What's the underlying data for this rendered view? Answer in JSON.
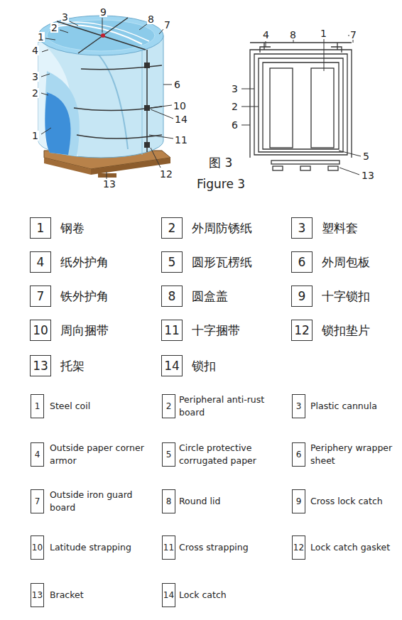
{
  "diagram": {
    "nodes": [
      {
        "text": [
          "1",
          "钢卷"
        ]
      },
      {
        "text": [
          "2",
          "外周防锈纸"
        ]
      },
      {
        "text": [
          "3",
          "塑料套"
        ]
      },
      {
        "text": [
          "4",
          "纸外护角"
        ]
      },
      {
        "text": [
          "5",
          "圆形瓦楞纸"
        ]
      },
      {
        "text": [
          "6",
          "外周包板"
        ]
      },
      {
        "text": [
          "7",
          "铁外护角"
        ]
      },
      {
        "text": [
          "8",
          "圆盒盖"
        ]
      },
      {
        "text": [
          "9",
          "十字锁扣"
        ]
      },
      {
        "text": [
          "10",
          "周向捆带"
        ]
      },
      {
        "text": [
          "11",
          "十字捆带"
        ]
      },
      {
        "text": [
          "12",
          "锁扣垫片"
        ]
      },
      {
        "text": [
          "13",
          "托架"
        ]
      },
      {
        "text": [
          "14",
          "锁扣"
        ]
      },
      {
        "text": [
          "1",
          "Steel coil"
        ]
      },
      {
        "text": [
          "2",
          "Peripheral anti-rust board"
        ]
      },
      {
        "text": [
          "3",
          "Plastic cannula"
        ]
      },
      {
        "text": [
          "4",
          "Outside paper corner armor"
        ]
      },
      {
        "text": [
          "5",
          "Circle protective corrugated paper"
        ]
      },
      {
        "text": [
          "6",
          "Periphery wrapper sheet"
        ]
      },
      {
        "text": [
          "7",
          "Outside iron guard board"
        ]
      },
      {
        "text": [
          "8",
          "Round lid"
        ]
      },
      {
        "text": [
          "9",
          "Cross lock catch"
        ]
      },
      {
        "text": [
          "10",
          "Latitude strapping"
        ]
      },
      {
        "text": [
          "11",
          "Cross strapping"
        ]
      },
      {
        "text": [
          "12",
          "Lock catch gasket"
        ]
      },
      {
        "text": [
          "13",
          "Bracket"
        ]
      },
      {
        "text": [
          "14",
          "Lock catch"
        ]
      }
    ],
    "labels": [
      "9",
      "3",
      "8",
      "7",
      "2",
      "1",
      "4",
      "3",
      "2",
      "6",
      "10",
      "14",
      "11",
      "1",
      "12",
      "13",
      "4",
      "8",
      "1",
      "7",
      "3",
      "2",
      "6",
      "5",
      "13",
      "图 3",
      "Figure 3"
    ]
  }
}
